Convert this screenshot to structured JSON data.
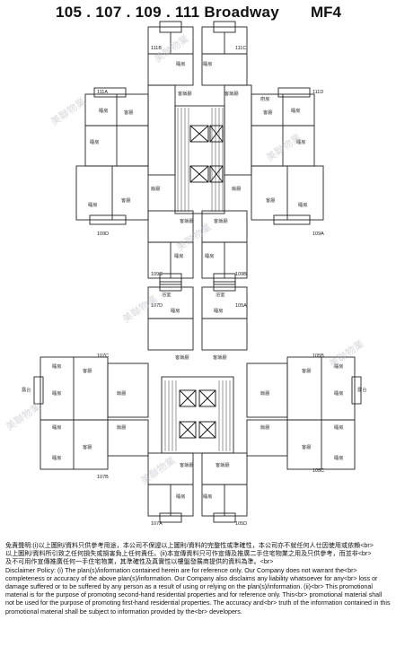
{
  "header": {
    "title": "105 . 107 . 109 . 111   Broadway",
    "code": "MF4"
  },
  "units": [
    {
      "id": "u111b",
      "label": "111B"
    },
    {
      "id": "u111c",
      "label": "111C"
    },
    {
      "id": "u111a",
      "label": "111A"
    },
    {
      "id": "u111d",
      "label": "111D"
    },
    {
      "id": "u109d",
      "label": "109D"
    },
    {
      "id": "u109a",
      "label": "109A"
    },
    {
      "id": "u109c",
      "label": "109C"
    },
    {
      "id": "u109b",
      "label": "109B"
    },
    {
      "id": "u107d",
      "label": "107D"
    },
    {
      "id": "u105a",
      "label": "105A"
    },
    {
      "id": "u107c",
      "label": "107C"
    },
    {
      "id": "u105b",
      "label": "105B"
    },
    {
      "id": "u107b",
      "label": "107B"
    },
    {
      "id": "u105c",
      "label": "105C"
    },
    {
      "id": "u107a",
      "label": "107A"
    },
    {
      "id": "u105d",
      "label": "105D"
    }
  ],
  "rooms": {
    "bedroom": "睡房",
    "living": "客廳",
    "dining": "飯廳",
    "living_dining": "客飯廳",
    "kitchen": "廚房",
    "bath": "浴室",
    "yard": "露台"
  },
  "watermark": "美聯物業",
  "disclaimer": {
    "zh1": "免責聲明:(i)以上圖則/資料只供參考用途，本公司不保證以上圖則/資料的完整性或準確性，本公司亦不就任何人仕因使用或依賴<br>",
    "zh2": "以上圖則/資料所引致之任何損失或損害負上任何責任。(ii)本宣傳資料只可作宣傳及推廣二手住宅物業之用及只供參考，而並非<br>",
    "zh3": "及不可用作宣傳推廣任何一手住宅物業，其準確性及真實性以樓盤發展商提供的資料為準。<br>",
    "en": "Disclaimer Policy: (i) The plan(s)/information contained herein are for reference only. Our Company does not warrant the<br> completeness or accuracy of the above plan(s)/information. Our Company also disclaims any liability whatsoever for any<br> loss or damage suffered or to be suffered by any person as a result of using or relying on the plan(s)/information. (ii)<br> This promotional material is for the purpose of promoting second-hand residential properties and for reference only. This<br> promotional material shall not be used for the purpose of promoting first-hand residential properties. The accuracy and<br> truth of the information contained in this promotional material shall be subject to information provided by the<br> developers."
  }
}
